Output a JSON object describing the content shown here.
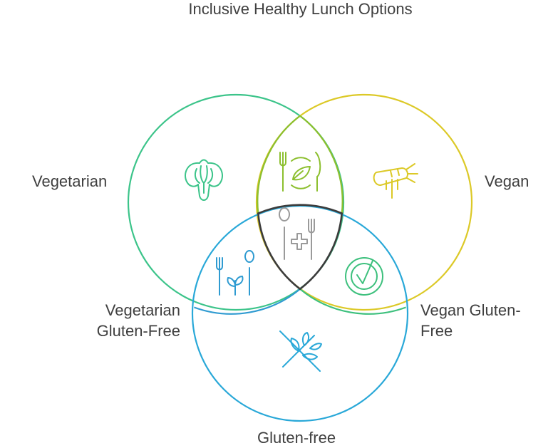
{
  "title": "Inclusive Healthy Lunch Options",
  "colors": {
    "vegetarian": "#3cc48a",
    "vegan": "#dcc927",
    "gluten_free": "#29a8d8",
    "veg_vegan": "#8cbf2e",
    "veg_gf": "#2f9bd1",
    "vegan_gf": "#3dc07d",
    "center": "#3b3b3b",
    "icon_center": "#9a9a9a",
    "text": "#3f3f3f"
  },
  "sets": [
    {
      "key": "vegetarian",
      "label": "Vegetarian",
      "icon": "broccoli-icon"
    },
    {
      "key": "vegan",
      "label": "Vegan",
      "icon": "carrot-icon"
    },
    {
      "key": "gluten_free",
      "label": "Gluten-free",
      "icon": "no-wheat-icon"
    }
  ],
  "intersections": [
    {
      "key": "veg_vegan",
      "icon": "plate-fork-knife-leaf-icon"
    },
    {
      "key": "veg_gf",
      "label_lines": [
        "Vegetarian",
        "Gluten-Free"
      ],
      "icon": "fork-spoon-sprout-icon"
    },
    {
      "key": "vegan_gf",
      "label_lines": [
        "Vegan Gluten-",
        "Free"
      ],
      "icon": "check-badge-icon"
    },
    {
      "key": "all",
      "icon": "utensils-health-cross-icon"
    }
  ]
}
